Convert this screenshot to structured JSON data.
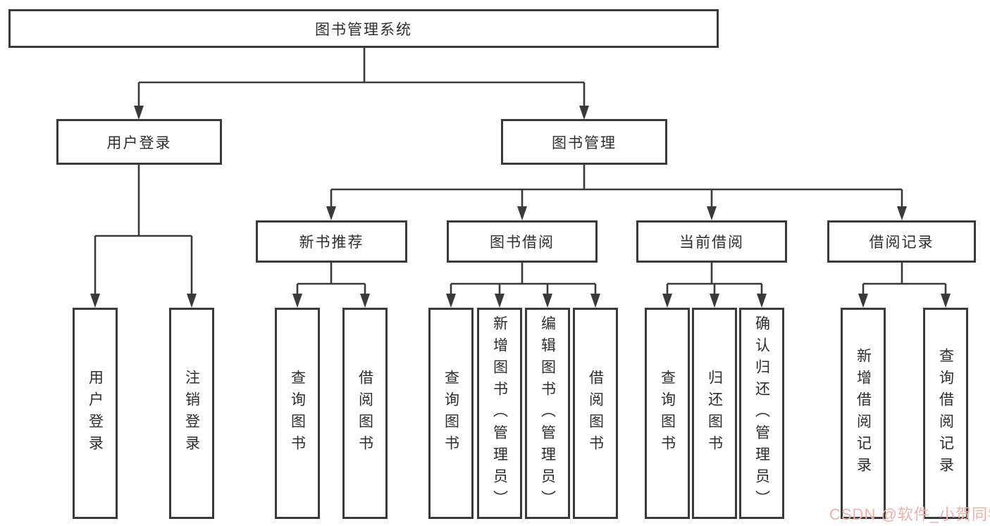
{
  "diagram_title": "图书管理系统",
  "tree": {
    "label": "图书管理系统",
    "children": [
      {
        "label": "用户登录",
        "children": [
          {
            "label": "用户登录"
          },
          {
            "label": "注销登录"
          }
        ]
      },
      {
        "label": "图书管理",
        "children": [
          {
            "label": "新书推荐",
            "children": [
              {
                "label": "查询图书"
              },
              {
                "label": "借阅图书"
              }
            ]
          },
          {
            "label": "图书借阅",
            "children": [
              {
                "label": "查询图书"
              },
              {
                "label": "新增图书（管理员）"
              },
              {
                "label": "编辑图书（管理员）"
              },
              {
                "label": "借阅图书"
              }
            ]
          },
          {
            "label": "当前借阅",
            "children": [
              {
                "label": "查询图书"
              },
              {
                "label": "归还图书"
              },
              {
                "label": "确认归还（管理员）"
              }
            ]
          },
          {
            "label": "借阅记录",
            "children": [
              {
                "label": "新增借阅记录"
              },
              {
                "label": "查询借阅记录"
              }
            ]
          }
        ]
      }
    ]
  },
  "watermark": "CSDN @软件_小贺同学",
  "colors": {
    "line": "#3a3a3a",
    "text": "#2d2d2d",
    "background": "#ffffff",
    "watermark": "#f2b0aa"
  }
}
